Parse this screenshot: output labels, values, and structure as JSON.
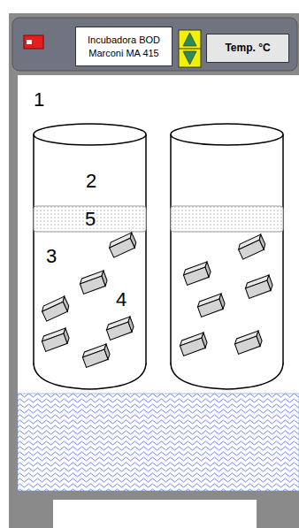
{
  "diagram": {
    "nodes": [
      {
        "text": [
          "Incubadora BOD Marconi MA 415"
        ]
      },
      {
        "text": [
          "Temp. °C"
        ]
      }
    ],
    "labels": [
      "1",
      "2",
      "5",
      "3",
      "4"
    ]
  }
}
